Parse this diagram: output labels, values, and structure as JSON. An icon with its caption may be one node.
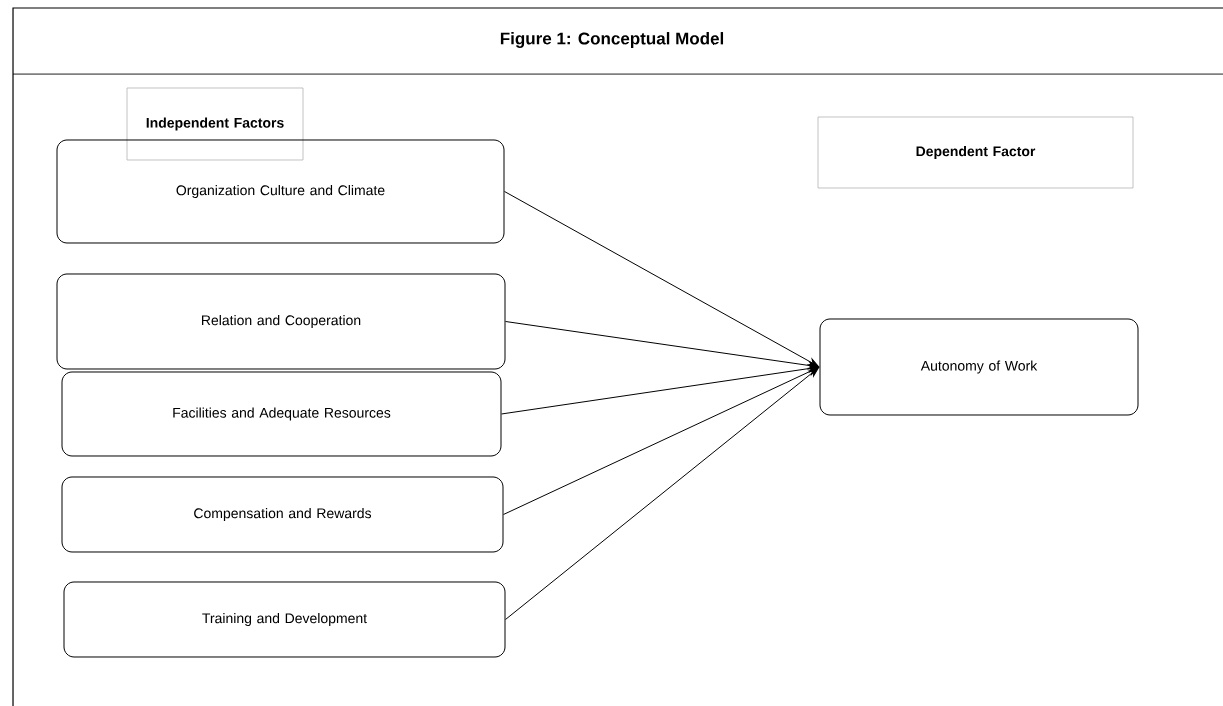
{
  "diagram": {
    "title": "Figure 1: Conceptual Model",
    "nodes": [
      {
        "text": [
          "Independent Factors"
        ]
      },
      {
        "text": [
          "Dependent Factor"
        ]
      },
      {
        "text": [
          "Organization Culture and Climate"
        ]
      },
      {
        "text": [
          "Relation and Cooperation"
        ]
      },
      {
        "text": [
          "Facilities and Adequate Resources"
        ]
      },
      {
        "text": [
          "Compensation and Rewards"
        ]
      },
      {
        "text": [
          "Training and Development"
        ]
      },
      {
        "text": [
          "Autonomy of Work"
        ]
      }
    ],
    "edges": [
      {
        "from": 2,
        "to": 7,
        "arrow": "to"
      },
      {
        "from": 3,
        "to": 7,
        "arrow": "to"
      },
      {
        "from": 4,
        "to": 7,
        "arrow": "to"
      },
      {
        "from": 5,
        "to": 7,
        "arrow": "to"
      },
      {
        "from": 6,
        "to": 7,
        "arrow": "to"
      }
    ]
  }
}
